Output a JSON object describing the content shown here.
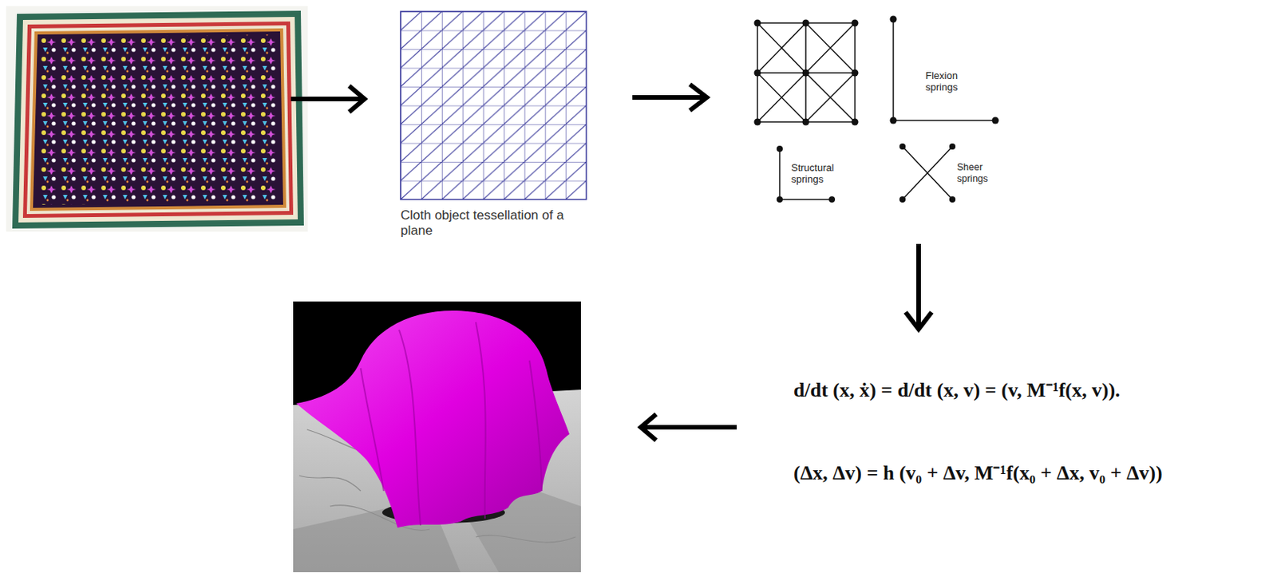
{
  "diagram": {
    "nodes": [
      {
        "text": [
          "Cloth object tessellation of a plane"
        ]
      },
      {
        "text": [
          "Flexion springs",
          "Structural springs",
          "Sheer springs"
        ]
      },
      {
        "text": [
          "d/dt (x, ẋ) = d/dt (x, v) = (v, M⁻¹f(x, v)).",
          "(Δx, Δv) = h (v₀ + Δv, M⁻¹f(x₀ + Δx, v₀ + Δv))"
        ]
      }
    ],
    "edges": [
      {
        "from": 0,
        "to": 1,
        "arrow": "to"
      },
      {
        "from": 1,
        "to": 2,
        "arrow": "to"
      }
    ]
  }
}
